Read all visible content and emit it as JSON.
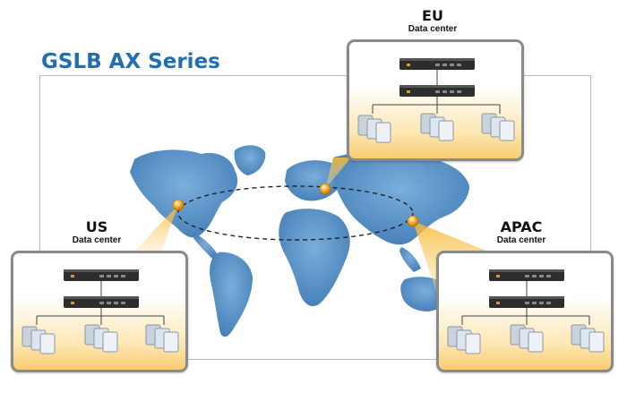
{
  "title": "GSLB AX Series",
  "datacenters": {
    "eu": {
      "name": "EU",
      "subtitle": "Data center"
    },
    "us": {
      "name": "US",
      "subtitle": "Data center"
    },
    "apac": {
      "name": "APAC",
      "subtitle": "Data center"
    }
  },
  "colors": {
    "title": "#1f6fb2",
    "continent": "#4f8fc6",
    "site_marker": "#f5a623",
    "box_border": "#8a8a8a",
    "box_gradient_bottom": "#f9cc70"
  }
}
